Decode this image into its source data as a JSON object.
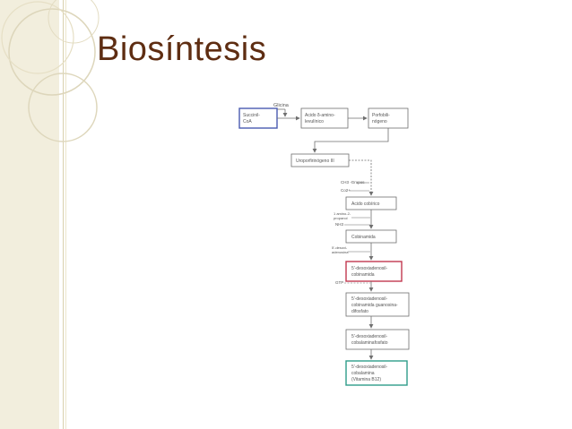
{
  "slide": {
    "title": "Biosíntesis"
  },
  "diagram": {
    "input_label": "Glicina",
    "nodes": {
      "succinil": [
        "Succinil-",
        "CoA"
      ],
      "aminolevulinico": [
        "Acido δ-amino-",
        "levulínico"
      ],
      "porfobilinogeno": [
        "Porfobili-",
        "nógeno"
      ],
      "uroporfirinogeno": [
        "Uroporfirinógeno III"
      ],
      "cobirinico": [
        "Acido cobírico"
      ],
      "cobinamida": [
        "Cobinamida"
      ],
      "desoxiadenosil_cobinamida": [
        "5'-desoxiadenosil-",
        "cobinamida"
      ],
      "guanosina_difosfato": [
        "5'-desoxiadenosil-",
        "cobinamida guanosina-",
        "difosfato"
      ],
      "cobalaminafosfato": [
        "5'-desoxiadenosil-",
        "cobalaminafosfato"
      ],
      "cobalamina": [
        "5'-desoxiadenosil-",
        "cobalamina",
        "(Vitamina B12)"
      ]
    },
    "side_labels": {
      "grupos": "CH3 -Grupos",
      "cobalto": "Co2+",
      "amino_propanol": [
        "1 amino-2-",
        "propanol"
      ],
      "nh3": "NH3",
      "desoxiadenosina": [
        "5'-desoxi-",
        "adenosina"
      ],
      "gtp": "GTP"
    },
    "colors": {
      "blue_box": "#4a5bb0",
      "red_box": "#c2384f",
      "teal_box": "#2f9c8a",
      "line": "#6f6f6f"
    }
  }
}
